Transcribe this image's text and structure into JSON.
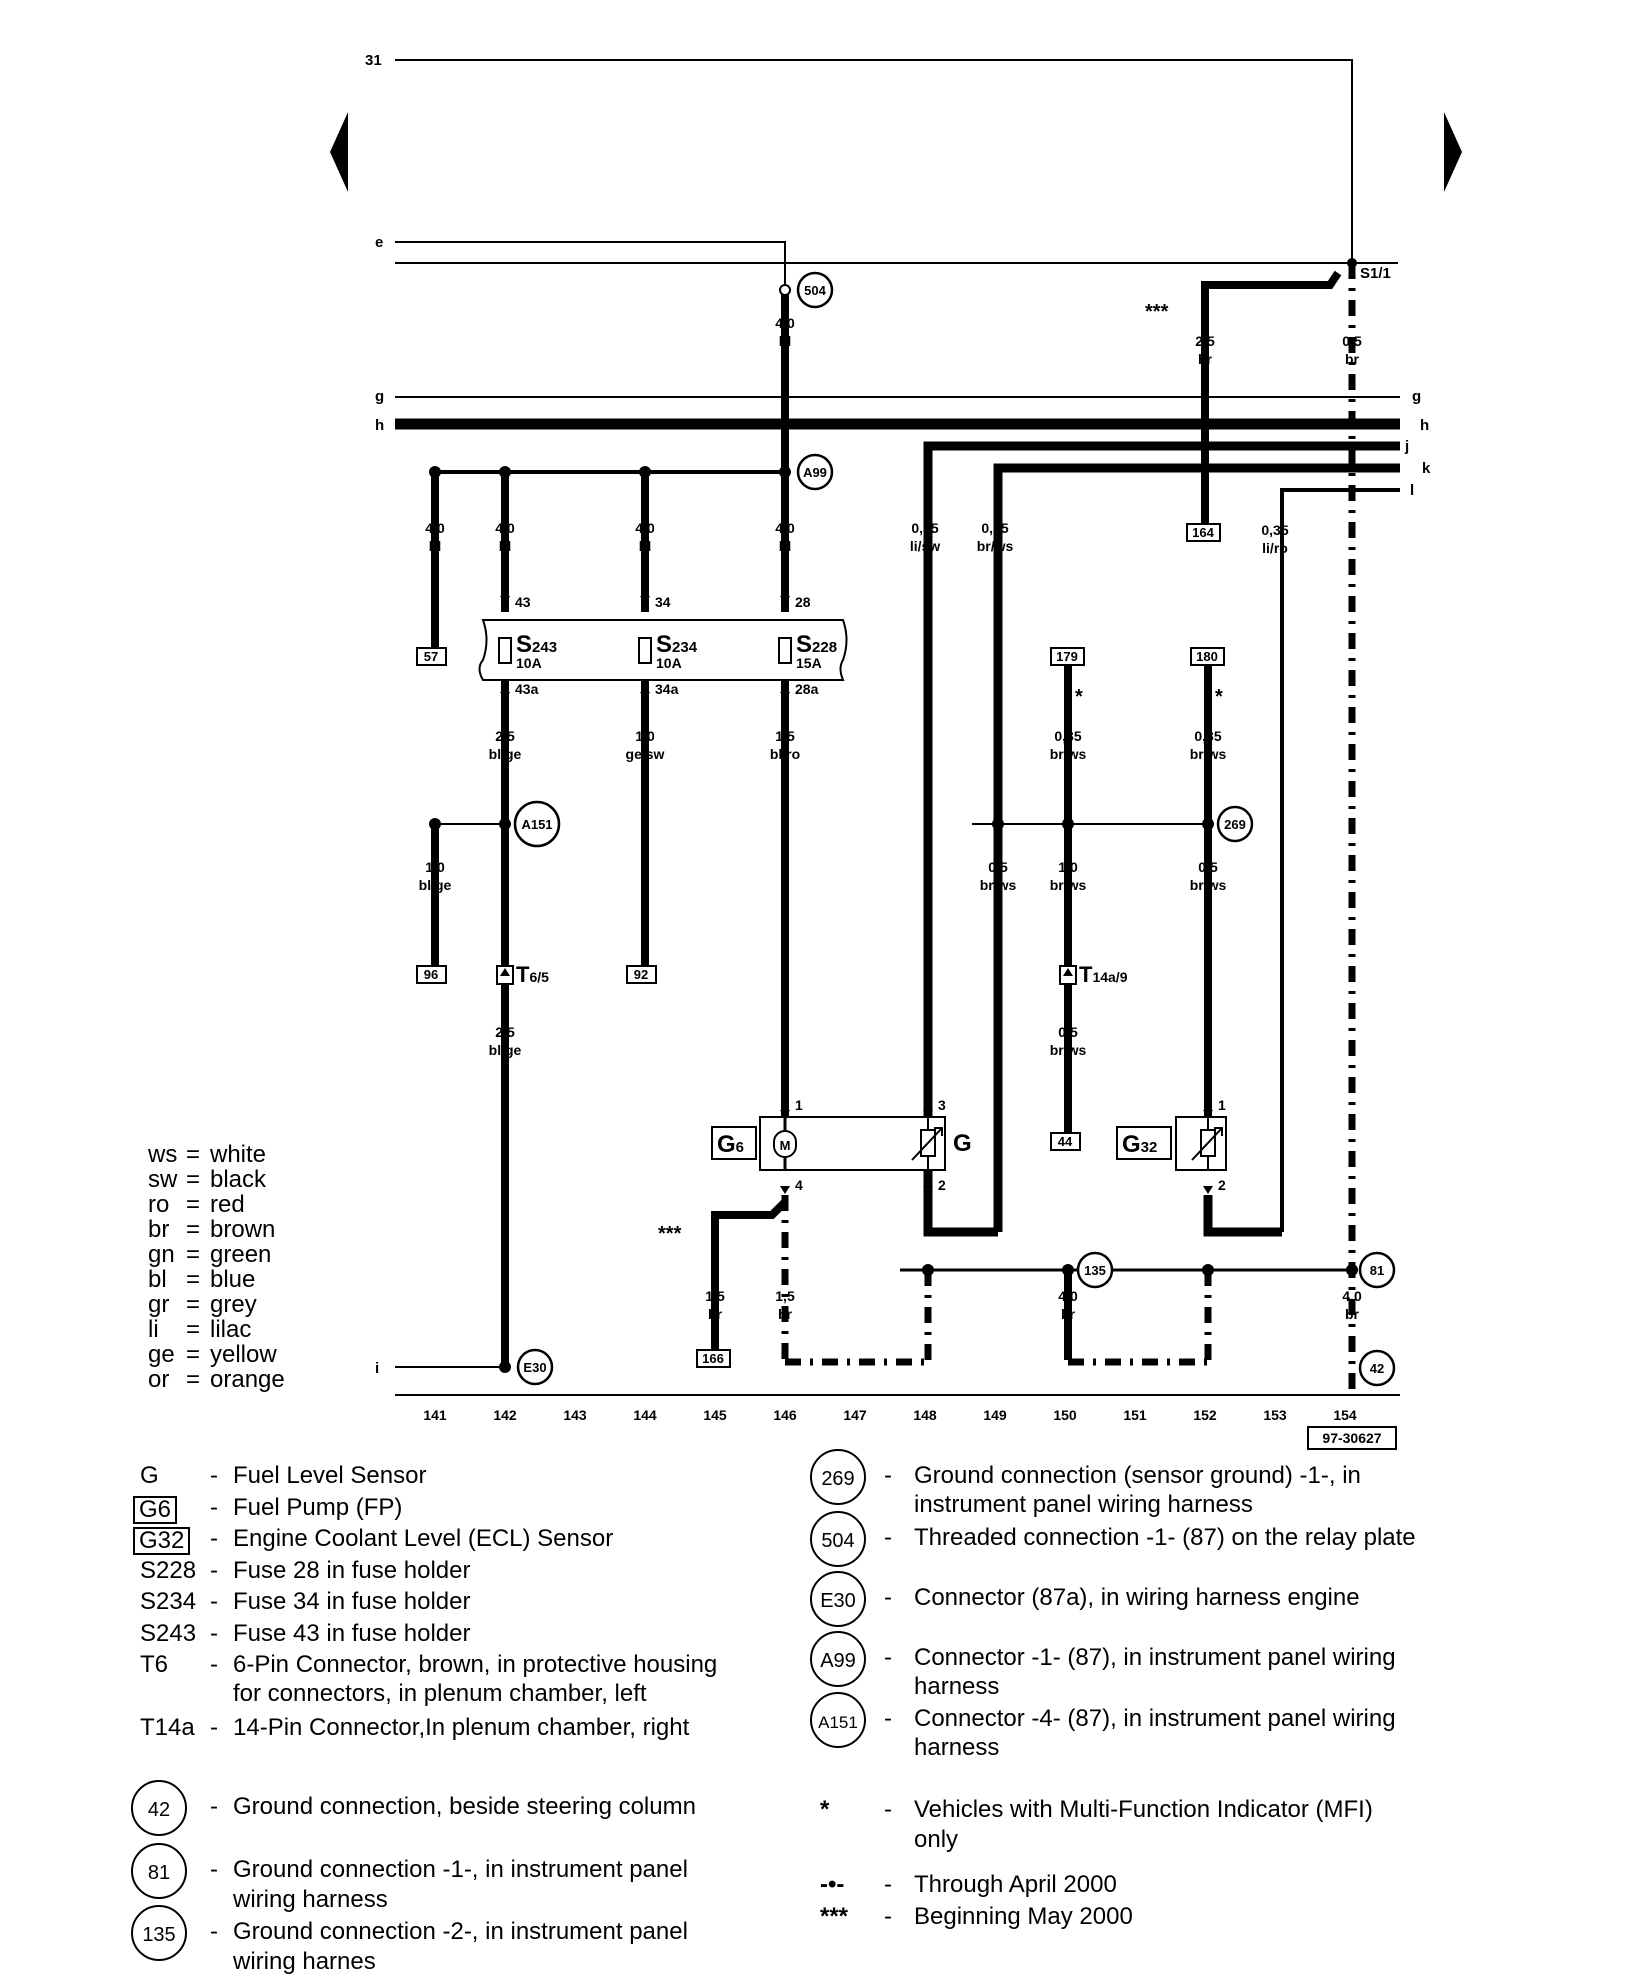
{
  "colors": {
    "ink": "#000000",
    "paper": "#ffffff"
  },
  "icons": {
    "nav_left": "left-triangle-icon",
    "nav_right": "right-triangle-icon",
    "ground": "ground-symbol-icon"
  },
  "rails": {
    "r31": "31",
    "e": "e",
    "g": "g",
    "h": "h",
    "j": "j",
    "k": "k",
    "l": "l",
    "i": "i"
  },
  "nodes": {
    "n504": "504",
    "a99": "A99",
    "a151": "A151",
    "n269": "269",
    "n135": "135",
    "n81": "81",
    "n42": "42",
    "e30": "E30",
    "s11": "S1/1"
  },
  "wires": {
    "w_504": [
      "4,0",
      "bl"
    ],
    "w_s11_br25": [
      "2,5",
      "br"
    ],
    "w_s11_br05": [
      "0,5",
      "br"
    ],
    "w_57": [
      "4,0",
      "bl"
    ],
    "w_43": [
      "4,0",
      "bl"
    ],
    "w_34": [
      "4,0",
      "bl"
    ],
    "w_28": [
      "4,0",
      "bl"
    ],
    "w_lisw": [
      "0,35",
      "li/sw"
    ],
    "w_brws1": [
      "0,35",
      "br/ws"
    ],
    "w_liro": [
      "0,35",
      "li/ro"
    ],
    "w_43a": [
      "2,5",
      "bl/ge"
    ],
    "w_34a": [
      "1,0",
      "ge/sw"
    ],
    "w_28a": [
      "1,5",
      "bl/ro"
    ],
    "w_179": [
      "0,35",
      "br/ws"
    ],
    "w_180": [
      "0,35",
      "br/ws"
    ],
    "w_96": [
      "1,0",
      "bl/ge"
    ],
    "w_brws2": [
      "0,5",
      "br/ws"
    ],
    "w_brws3": [
      "1,0",
      "br/ws"
    ],
    "w_brws4": [
      "0,5",
      "br/ws"
    ],
    "w_t65": [
      "2,5",
      "bl/ge"
    ],
    "w_t14a": [
      "0,5",
      "br/ws"
    ],
    "w_166": [
      "1,5",
      "br"
    ],
    "w_146": [
      "1,5",
      "br"
    ],
    "w_135": [
      "4,0",
      "br"
    ],
    "w_154": [
      "4,0",
      "br"
    ]
  },
  "fuses": {
    "s243": {
      "name": "S",
      "sub": "243",
      "rating": "10A",
      "pin_in": "43",
      "pin_out": "43a"
    },
    "s234": {
      "name": "S",
      "sub": "234",
      "rating": "10A",
      "pin_in": "34",
      "pin_out": "34a"
    },
    "s228": {
      "name": "S",
      "sub": "228",
      "rating": "15A",
      "pin_in": "28",
      "pin_out": "28a"
    }
  },
  "refs": {
    "r57": "57",
    "r96": "96",
    "r92": "92",
    "r164": "164",
    "r179": "179",
    "r180": "180",
    "r44": "44",
    "r166": "166"
  },
  "connectors": {
    "t6": {
      "name": "T",
      "sub": "6/5"
    },
    "t14a": {
      "name": "T",
      "sub": "14a/9"
    }
  },
  "components": {
    "g6": {
      "name": "G",
      "sub": "6",
      "motor": "M"
    },
    "g": {
      "name": "G"
    },
    "g32": {
      "name": "G",
      "sub": "32"
    },
    "pins": {
      "g6_1": "1",
      "g6_4": "4",
      "g_3": "3",
      "g_2": "2",
      "g32_1": "1",
      "g32_2": "2"
    }
  },
  "marks": {
    "star": "*",
    "triple": "***"
  },
  "tracks": [
    "141",
    "142",
    "143",
    "144",
    "145",
    "146",
    "147",
    "148",
    "149",
    "150",
    "151",
    "152",
    "153",
    "154"
  ],
  "doc_id": "97-30627",
  "color_codes": [
    {
      "code": "ws",
      "name": "white"
    },
    {
      "code": "sw",
      "name": "black"
    },
    {
      "code": "ro",
      "name": "red"
    },
    {
      "code": "br",
      "name": "brown"
    },
    {
      "code": "gn",
      "name": "green"
    },
    {
      "code": "bl",
      "name": "blue"
    },
    {
      "code": "gr",
      "name": "grey"
    },
    {
      "code": "li",
      "name": "lilac"
    },
    {
      "code": "ge",
      "name": "yellow"
    },
    {
      "code": "or",
      "name": "orange"
    }
  ],
  "legend_left": [
    {
      "key": "G",
      "boxed": false,
      "desc": [
        "Fuel Level Sensor"
      ]
    },
    {
      "key": "G6",
      "boxed": true,
      "desc": [
        "Fuel Pump (FP)"
      ]
    },
    {
      "key": "G32",
      "boxed": true,
      "desc": [
        "Engine Coolant Level (ECL) Sensor"
      ]
    },
    {
      "key": "S228",
      "boxed": false,
      "desc": [
        "Fuse 28 in fuse holder"
      ]
    },
    {
      "key": "S234",
      "boxed": false,
      "desc": [
        "Fuse 34 in fuse holder"
      ]
    },
    {
      "key": "S243",
      "boxed": false,
      "desc": [
        "Fuse 43 in fuse holder"
      ]
    },
    {
      "key": "T6",
      "boxed": false,
      "desc": [
        "6-Pin Connector, brown, in protective housing",
        "for connectors, in plenum chamber, left"
      ]
    },
    {
      "key": "T14a",
      "boxed": false,
      "desc": [
        "14-Pin Connector,In plenum chamber, right"
      ]
    }
  ],
  "legend_grounds": [
    {
      "key": "42",
      "desc": [
        "Ground connection, beside steering column"
      ]
    },
    {
      "key": "81",
      "desc": [
        "Ground connection -1-, in instrument panel",
        "wiring harness"
      ]
    },
    {
      "key": "135",
      "desc": [
        "Ground connection -2-, in instrument panel",
        "wiring harnes"
      ]
    }
  ],
  "legend_right": [
    {
      "key": "269",
      "desc": [
        "Ground connection (sensor ground) -1-, in",
        "instrument panel wiring harness"
      ]
    },
    {
      "key": "504",
      "desc": [
        "Threaded connection -1- (87) on the relay plate"
      ]
    },
    {
      "key": "E30",
      "desc": [
        "Connector (87a), in wiring harness engine"
      ]
    },
    {
      "key": "A99",
      "desc": [
        "Connector -1- (87), in instrument panel wiring",
        "harness"
      ]
    },
    {
      "key": "A151",
      "desc": [
        "Connector -4- (87), in instrument panel wiring",
        "harness"
      ]
    }
  ],
  "legend_symbols": [
    {
      "key": "*",
      "desc": [
        "Vehicles with Multi-Function Indicator (MFI)",
        "only"
      ]
    },
    {
      "key": "-•-",
      "desc": [
        "Through April 2000"
      ]
    },
    {
      "key": "***",
      "desc": [
        "Beginning May 2000"
      ]
    }
  ],
  "dash": "-"
}
